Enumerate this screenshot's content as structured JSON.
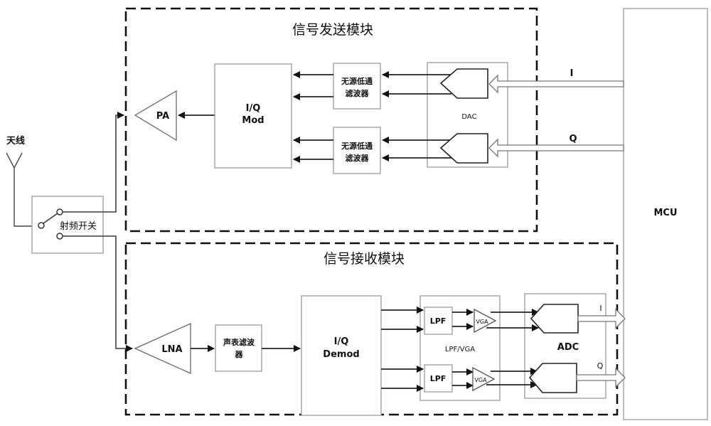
{
  "tx_module": {
    "title": "信号发送模块"
  },
  "rx_module": {
    "title": "信号接收模块"
  },
  "antenna": {
    "label": "天线"
  },
  "rf_switch": {
    "label": "射频开关"
  },
  "pa": {
    "label": "PA"
  },
  "iq_mod": {
    "line1": "I/Q",
    "line2": "Mod"
  },
  "tx_filter_1": {
    "line1": "无源低通",
    "line2": "滤波器"
  },
  "tx_filter_2": {
    "line1": "无源低通",
    "line2": "滤波器"
  },
  "dac": {
    "label": "DAC"
  },
  "tx_signals": {
    "i": "I",
    "q": "Q"
  },
  "mcu": {
    "label": "MCU"
  },
  "lna": {
    "label": "LNA"
  },
  "saw_filter": {
    "line1": "声表滤波",
    "line2": "器"
  },
  "iq_demod": {
    "line1": "I/Q",
    "line2": "Demod"
  },
  "lpf_vga": {
    "label": "LPF/VGA",
    "lpf_1": "LPF",
    "lpf_2": "LPF",
    "vga_1": "VGA",
    "vga_2": "VGA"
  },
  "adc": {
    "label": "ADC"
  },
  "rx_signals": {
    "i": "I",
    "q": "Q"
  }
}
